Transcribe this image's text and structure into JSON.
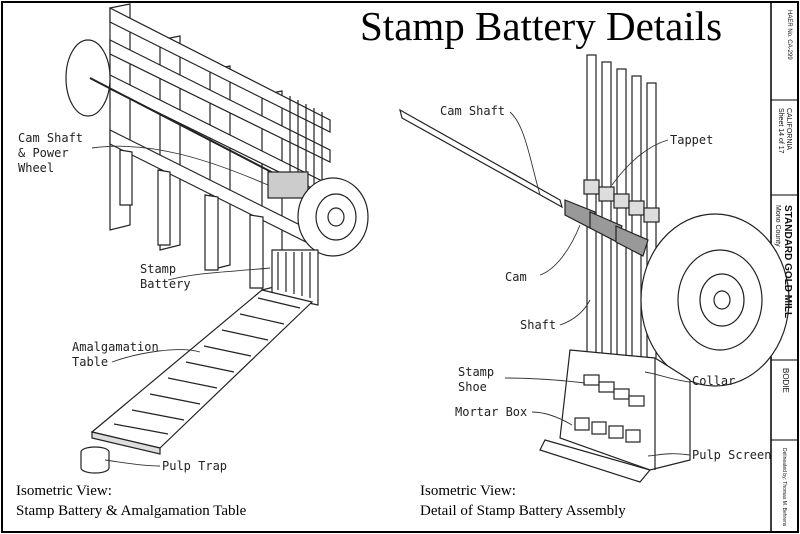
{
  "title": "Stamp Battery Details",
  "left_view": {
    "labels": {
      "cam_shaft_power_wheel": [
        "Cam Shaft",
        "& Power",
        "Wheel"
      ],
      "stamp_battery": [
        "Stamp",
        "Battery"
      ],
      "amalgamation_table": [
        "Amalgamation",
        "Table"
      ],
      "pulp_trap": "Pulp Trap"
    },
    "caption": [
      "Isometric View:",
      "Stamp Battery & Amalgamation Table"
    ]
  },
  "right_view": {
    "labels": {
      "cam_shaft": "Cam Shaft",
      "tappet": "Tappet",
      "cam": "Cam",
      "shaft": "Shaft",
      "stamp_shoe": [
        "Stamp",
        "Shoe"
      ],
      "collar": "Collar",
      "mortar_box": "Mortar Box",
      "pulp_screen": "Pulp Screen"
    },
    "caption": [
      "Isometric View:",
      "Detail of Stamp Battery Assembly"
    ]
  },
  "title_block": {
    "sheet": "Sheet 14 of 17",
    "state": "CALIFORNIA",
    "project_no": "HAER No. CA-299",
    "mill_name": "STANDARD GOLD MILL",
    "county": "Mono County",
    "site": "BODIE",
    "delineator": "Delineated by: Thomas M. Behrens"
  }
}
